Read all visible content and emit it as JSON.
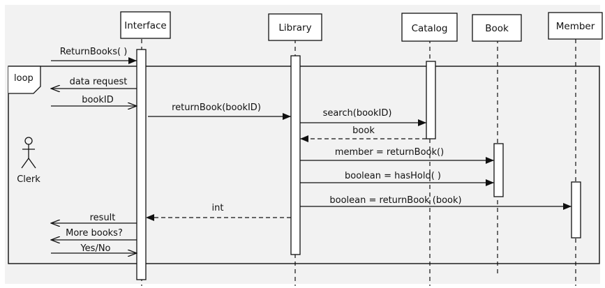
{
  "participants": [
    {
      "id": "interface",
      "label": "Interface"
    },
    {
      "id": "library",
      "label": "Library"
    },
    {
      "id": "catalog",
      "label": "Catalog"
    },
    {
      "id": "book",
      "label": "Book"
    },
    {
      "id": "member",
      "label": "Member"
    }
  ],
  "actor": {
    "label": "Clerk"
  },
  "fragment": {
    "operator": "loop"
  },
  "messages": [
    {
      "id": "m1",
      "label": "ReturnBooks( )",
      "from": "clerk",
      "to": "interface",
      "kind": "sync"
    },
    {
      "id": "m2",
      "label": "data request",
      "from": "interface",
      "to": "clerk",
      "kind": "reply-open"
    },
    {
      "id": "m3",
      "label": "bookID",
      "from": "clerk",
      "to": "interface",
      "kind": "sync"
    },
    {
      "id": "m4",
      "label": "returnBook(bookID)",
      "from": "interface",
      "to": "library",
      "kind": "sync"
    },
    {
      "id": "m5",
      "label": "search(bookID)",
      "from": "library",
      "to": "catalog",
      "kind": "sync"
    },
    {
      "id": "m6",
      "label": "book",
      "from": "catalog",
      "to": "library",
      "kind": "return"
    },
    {
      "id": "m7",
      "label": "member = returnBook()",
      "from": "library",
      "to": "book",
      "kind": "sync"
    },
    {
      "id": "m8",
      "label": "boolean = hasHold( )",
      "from": "library",
      "to": "book",
      "kind": "sync"
    },
    {
      "id": "m9",
      "label": "boolean = returnBook (book)",
      "from": "library",
      "to": "member",
      "kind": "sync"
    },
    {
      "id": "m10",
      "label": "int",
      "from": "library",
      "to": "interface",
      "kind": "return"
    },
    {
      "id": "m11",
      "label": "result",
      "from": "interface",
      "to": "clerk",
      "kind": "reply-open"
    },
    {
      "id": "m12",
      "label": "More books?",
      "from": "interface",
      "to": "clerk",
      "kind": "reply-open"
    },
    {
      "id": "m13",
      "label": "Yes/No",
      "from": "clerk",
      "to": "interface",
      "kind": "sync"
    }
  ],
  "colors": {
    "background": "#ffffff",
    "frame_fill": "#f2f2f2",
    "line": "#111111"
  }
}
